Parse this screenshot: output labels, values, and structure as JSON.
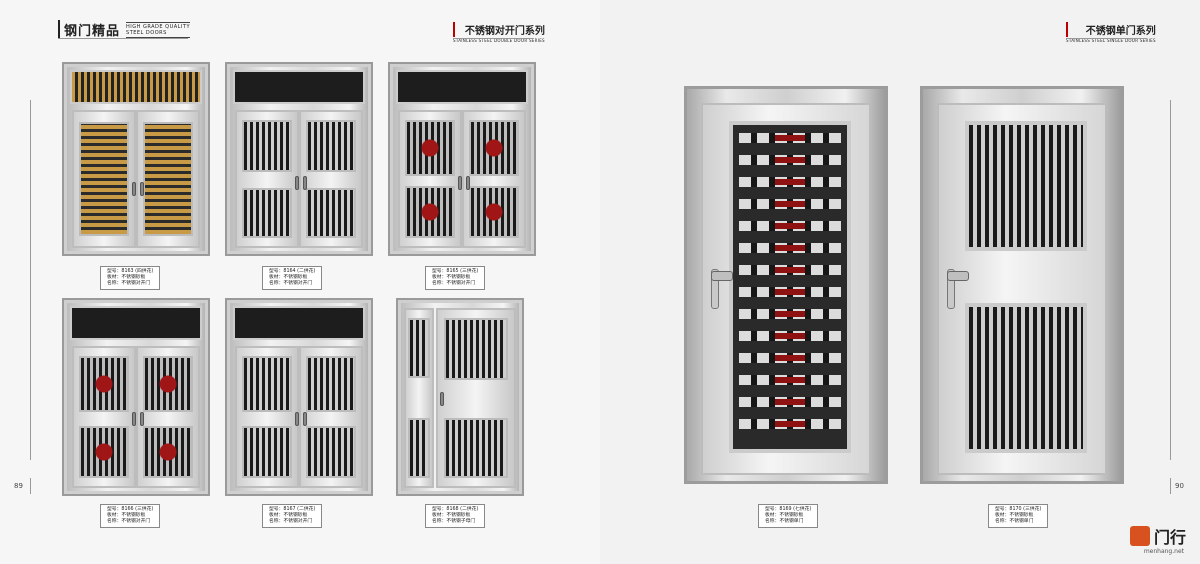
{
  "left": {
    "brand_cn": "钢门精品",
    "brand_en_1": "HIGH GRADE QUALITY",
    "brand_en_2": "STEEL DOORS",
    "series_cn": "不锈钢对开门系列",
    "series_en": "STAINLESS STEEL DOUBLE DOOR SERIES",
    "page_number": "89",
    "doors": [
      {
        "l1": "型号：8163 (四供花)",
        "l2": "板材：不锈钢砂板",
        "l3": "名称：不锈钢对开门"
      },
      {
        "l1": "型号：8164 (二供花)",
        "l2": "板材：不锈钢砂板",
        "l3": "名称：不锈钢对开门"
      },
      {
        "l1": "型号：8165 (三供花)",
        "l2": "板材：不锈钢砂板",
        "l3": "名称：不锈钢对开门"
      },
      {
        "l1": "型号：8166 (三供花)",
        "l2": "板材：不锈钢砂板",
        "l3": "名称：不锈钢对开门"
      },
      {
        "l1": "型号：8167 (二供花)",
        "l2": "板材：不锈钢砂板",
        "l3": "名称：不锈钢对开门"
      },
      {
        "l1": "型号：8168 (二供花)",
        "l2": "板材：不锈钢砂板",
        "l3": "名称：不锈钢子母门"
      }
    ]
  },
  "right": {
    "series_cn": "不锈钢单门系列",
    "series_en": "STAINLESS STEEL SINGLE DOOR SERIES",
    "page_number": "90",
    "doors": [
      {
        "l1": "型号：8169 (七供花)",
        "l2": "板材：不锈钢砂板",
        "l3": "名称：不锈钢单门"
      },
      {
        "l1": "型号：8170 (三供花)",
        "l2": "板材：不锈钢砂板",
        "l3": "名称：不锈钢单门"
      }
    ]
  },
  "watermark": {
    "text": "门行",
    "sub": "menhang.net",
    "color": "#d7521e"
  }
}
